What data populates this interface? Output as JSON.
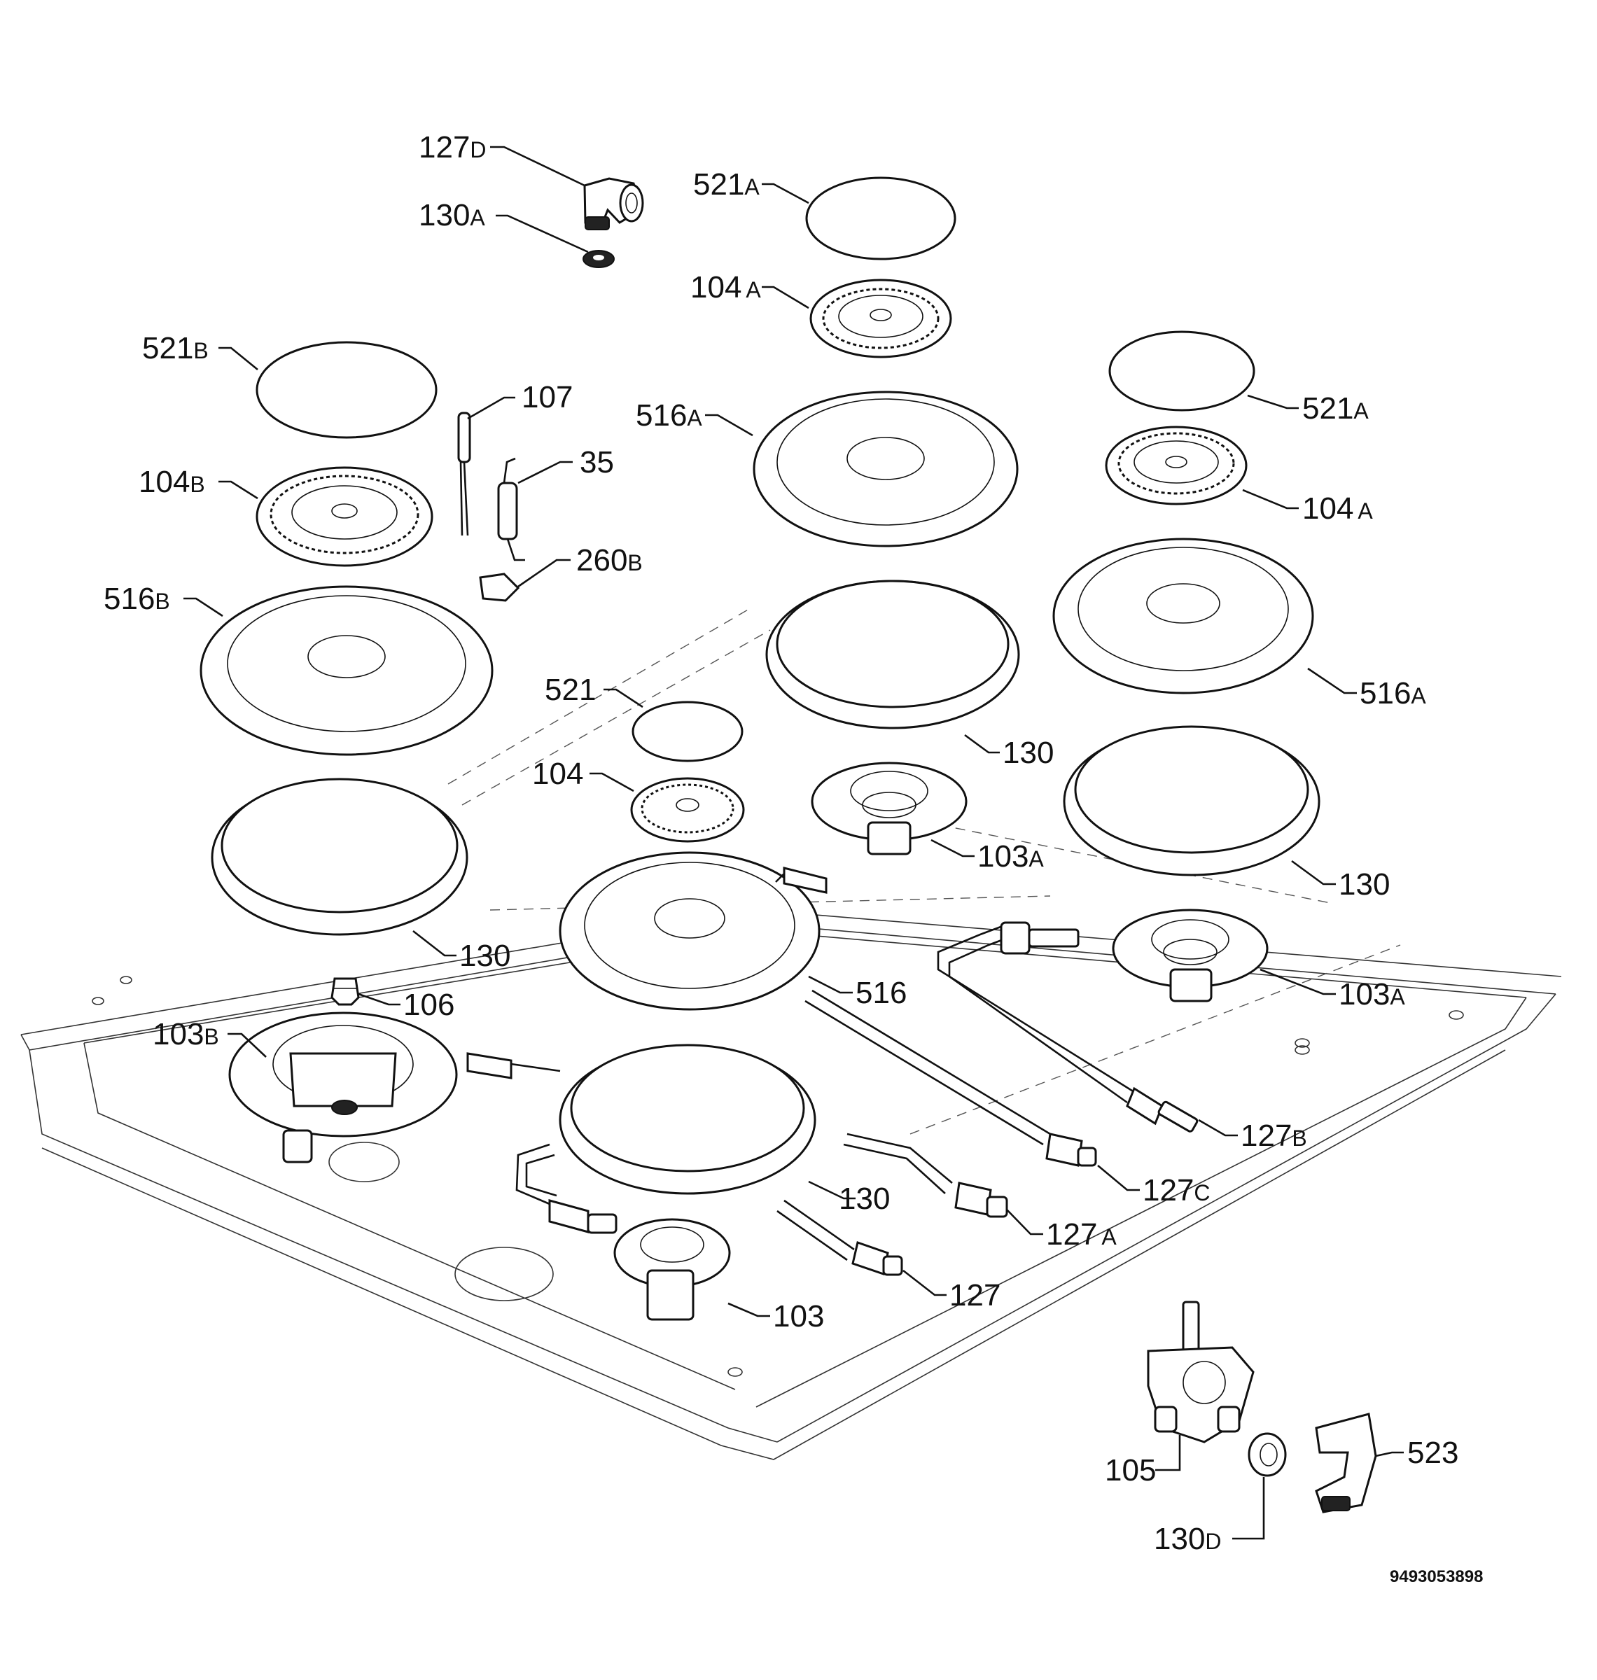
{
  "diagram": {
    "document_code": "9493053898",
    "callouts": [
      {
        "id": "127d",
        "number": "127",
        "suffix": "D"
      },
      {
        "id": "130a-top",
        "number": "130",
        "suffix": "A"
      },
      {
        "id": "521a-top",
        "number": "521",
        "suffix": "A"
      },
      {
        "id": "104a-top",
        "number": "104",
        "suffix": "A"
      },
      {
        "id": "521b",
        "number": "521",
        "suffix": "B"
      },
      {
        "id": "107",
        "number": "107",
        "suffix": ""
      },
      {
        "id": "35",
        "number": "35",
        "suffix": ""
      },
      {
        "id": "104b",
        "number": "104",
        "suffix": "B"
      },
      {
        "id": "260b",
        "number": "260",
        "suffix": "B"
      },
      {
        "id": "516a-mid",
        "number": "516",
        "suffix": "A"
      },
      {
        "id": "521a-right",
        "number": "521",
        "suffix": "A"
      },
      {
        "id": "104a-right",
        "number": "104",
        "suffix": "A"
      },
      {
        "id": "516b",
        "number": "516",
        "suffix": "B"
      },
      {
        "id": "516a-right",
        "number": "516",
        "suffix": "A"
      },
      {
        "id": "521",
        "number": "521",
        "suffix": ""
      },
      {
        "id": "130-mid",
        "number": "130",
        "suffix": ""
      },
      {
        "id": "104",
        "number": "104",
        "suffix": ""
      },
      {
        "id": "103a-mid",
        "number": "103",
        "suffix": "A"
      },
      {
        "id": "130-right",
        "number": "130",
        "suffix": ""
      },
      {
        "id": "130-left",
        "number": "130",
        "suffix": ""
      },
      {
        "id": "516",
        "number": "516",
        "suffix": ""
      },
      {
        "id": "103a-right",
        "number": "103",
        "suffix": "A"
      },
      {
        "id": "106",
        "number": "106",
        "suffix": ""
      },
      {
        "id": "103b",
        "number": "103",
        "suffix": "B"
      },
      {
        "id": "127b",
        "number": "127",
        "suffix": "B"
      },
      {
        "id": "130-low",
        "number": "130",
        "suffix": ""
      },
      {
        "id": "127c",
        "number": "127",
        "suffix": "C"
      },
      {
        "id": "127a",
        "number": "127",
        "suffix": "A"
      },
      {
        "id": "127",
        "number": "127",
        "suffix": ""
      },
      {
        "id": "103",
        "number": "103",
        "suffix": ""
      },
      {
        "id": "523",
        "number": "523",
        "suffix": ""
      },
      {
        "id": "105",
        "number": "105",
        "suffix": ""
      },
      {
        "id": "130d",
        "number": "130",
        "suffix": "D"
      }
    ]
  }
}
